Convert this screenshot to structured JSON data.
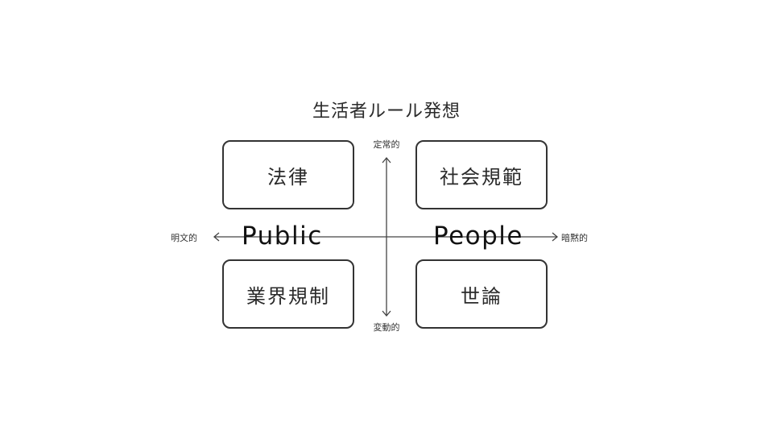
{
  "title": "生活者ルール発想",
  "axes": {
    "vertical": {
      "top_label": "定常的",
      "bottom_label": "変動的"
    },
    "horizontal": {
      "left_label": "明文的",
      "right_label": "暗黙的"
    }
  },
  "quadrants": {
    "top_left": "法律",
    "top_right": "社会規範",
    "bottom_left": "業界規制",
    "bottom_right": "世論"
  },
  "sides": {
    "left": "Public",
    "right": "People"
  },
  "colors": {
    "line": "#333333",
    "text": "#2a2a2a",
    "background": "#ffffff"
  }
}
